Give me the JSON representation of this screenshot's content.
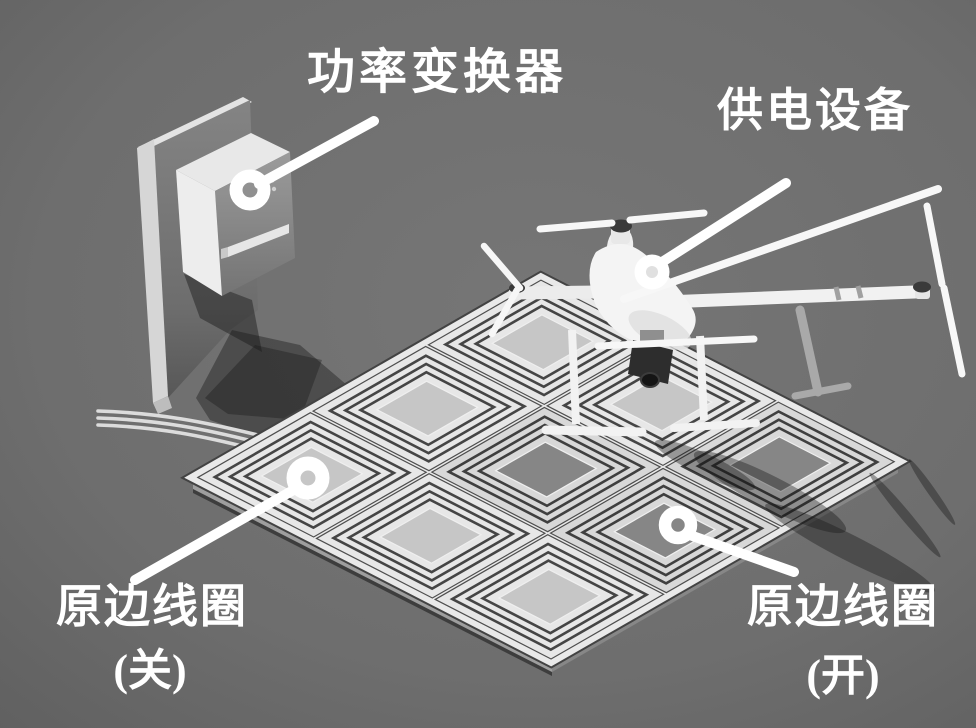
{
  "figure": {
    "title_hint": "drone-wireless-charging-illustration",
    "background": "#6f6f6f",
    "annotations": {
      "power_converter": {
        "label": "功率变换器"
      },
      "power_supply": {
        "label": "供电设备"
      },
      "primary_coil_off": {
        "line1": "原边线圈",
        "line2": "(关)"
      },
      "primary_coil_on": {
        "line1": "原边线圈",
        "line2": "(开)"
      }
    },
    "pad": {
      "rows": 3,
      "cols": 3,
      "dark_tiles": [
        [
          1,
          1
        ],
        [
          1,
          2
        ],
        [
          2,
          2
        ]
      ],
      "tile_base_light": "#e7e7e7",
      "tile_base_dark": "#d8d8d8",
      "groove_color": "#454545",
      "plate_light": "#c6c6c6",
      "plate_dark": "#868686",
      "ring_insets": [
        0.085,
        0.15,
        0.215
      ],
      "plate_inset": 0.285
    },
    "colors": {
      "label_text": "#ffffff",
      "callout": "#ffffff",
      "pad_surface": "#e9e9e9",
      "pad_edge_dark": "#434343",
      "wall_light": "#d6d6d6",
      "wall_front": "#7d7d7d",
      "box_face": "#949494",
      "drone_body": "#f4f4f4",
      "shadow": "rgba(22,22,22,0.45)"
    }
  }
}
